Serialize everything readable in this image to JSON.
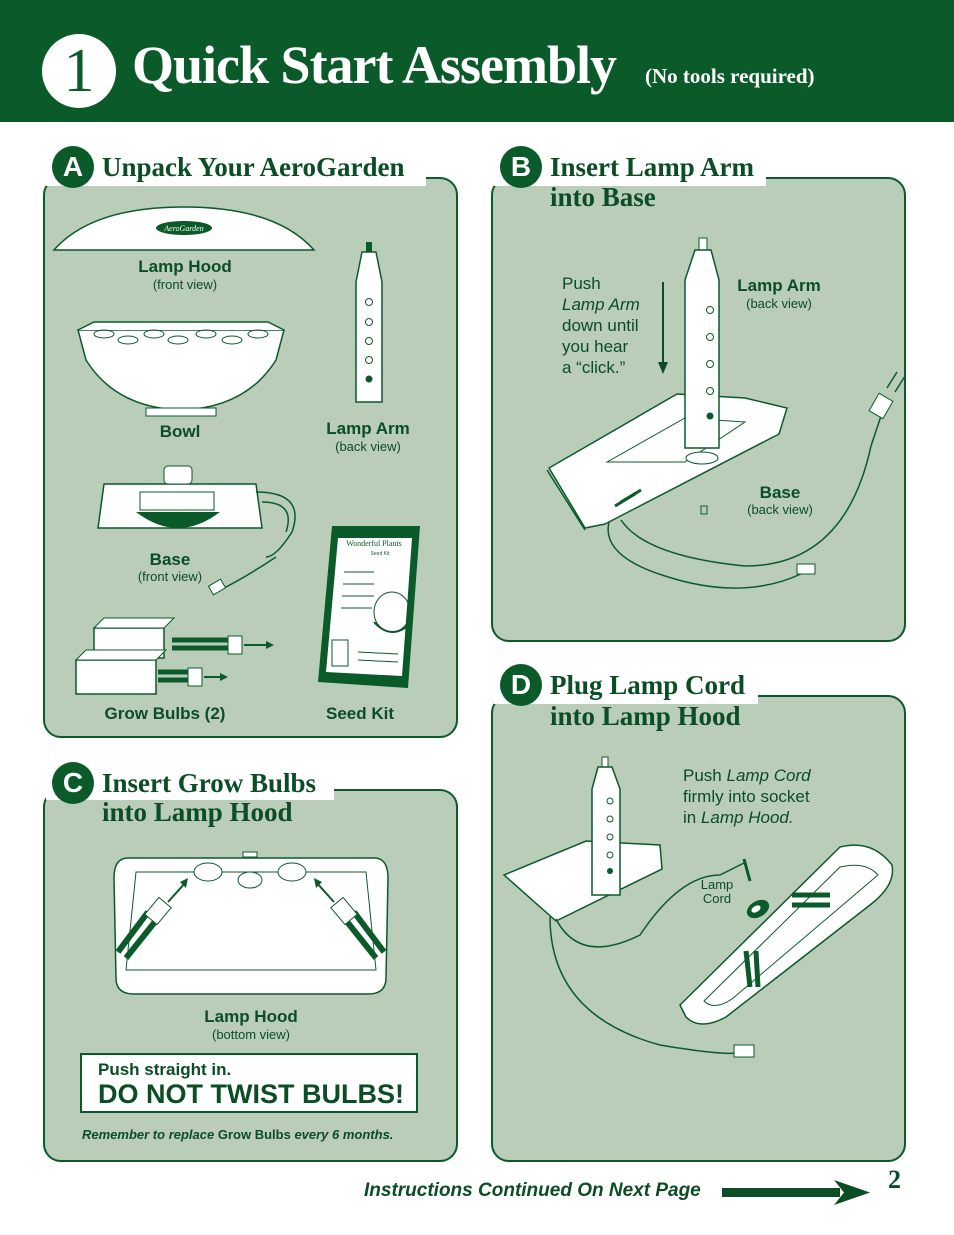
{
  "header": {
    "step_number": "1",
    "title": "Quick Start Assembly",
    "subtitle": "(No tools required)"
  },
  "panel_a": {
    "letter": "A",
    "title": "Unpack Your AeroGarden",
    "lamp_hood_logo": "AeroGarden",
    "lamp_hood_label": "Lamp Hood",
    "lamp_hood_sub": "(front view)",
    "bowl_label": "Bowl",
    "lamp_arm_label": "Lamp Arm",
    "lamp_arm_sub": "(back view)",
    "base_label": "Base",
    "base_sub": "(front view)",
    "seed_kit_brand": "Wonderful Plants",
    "seed_kit_small": "Seed Kit",
    "grow_bulbs_label": "Grow Bulbs (2)",
    "seed_kit_label": "Seed Kit"
  },
  "panel_b": {
    "letter": "B",
    "title_line1": "Insert Lamp Arm",
    "title_line2": "into Base",
    "instr": [
      "Push",
      "Lamp Arm",
      "down until",
      "you hear",
      "a “click.”"
    ],
    "lamp_arm_label": "Lamp Arm",
    "lamp_arm_sub": "(back view)",
    "base_label": "Base",
    "base_sub": "(back view)"
  },
  "panel_c": {
    "letter": "C",
    "title_line1": "Insert Grow Bulbs",
    "title_line2": "into Lamp Hood",
    "lamp_hood_label": "Lamp Hood",
    "lamp_hood_sub": "(bottom view)",
    "warn_small": "Push straight in.",
    "warn_big": "DO NOT TWIST BULBS!",
    "reminder_prefix": "Remember to replace",
    "reminder_item": "Grow Bulbs",
    "reminder_suffix": "every 6 months."
  },
  "panel_d": {
    "letter": "D",
    "title_line1": "Plug Lamp Cord",
    "title_line2": "into Lamp Hood",
    "instr_push": "Push",
    "instr_lamp_cord": "Lamp Cord",
    "instr_line2": "firmly into socket",
    "instr_in": "in",
    "instr_lamp_hood": "Lamp Hood.",
    "cord_label_1": "Lamp",
    "cord_label_2": "Cord"
  },
  "footer": {
    "continued": "Instructions Continued On Next Page",
    "page_number": "2"
  },
  "colors": {
    "brand_green": "#0b5a2a",
    "panel_fill": "#b9cdb9",
    "text_green": "#0b4d24"
  }
}
